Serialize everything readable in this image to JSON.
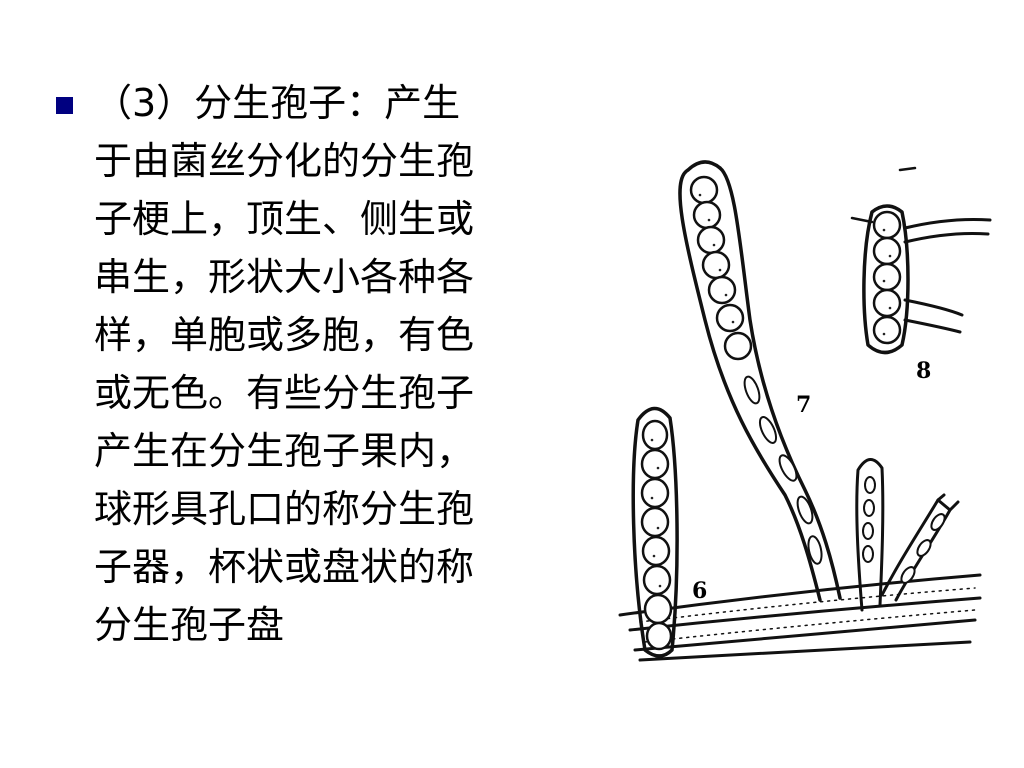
{
  "slide": {
    "bullet_color": "#000080",
    "paragraph_lines": [
      "（3）分生孢子：产生",
      "于由菌丝分化的分生孢",
      "子梗上，顶生、侧生或",
      "串生，形状大小各种各",
      "样，单胞或多胞，有色",
      "或无色。有些分生孢子",
      "产生在分生孢子果内，",
      "球形具孔口的称分生孢",
      "子器，杯状或盘状的称",
      "分生孢子盘"
    ]
  },
  "figure": {
    "labels": {
      "six": "6",
      "seven": "7",
      "eight": "8"
    }
  }
}
